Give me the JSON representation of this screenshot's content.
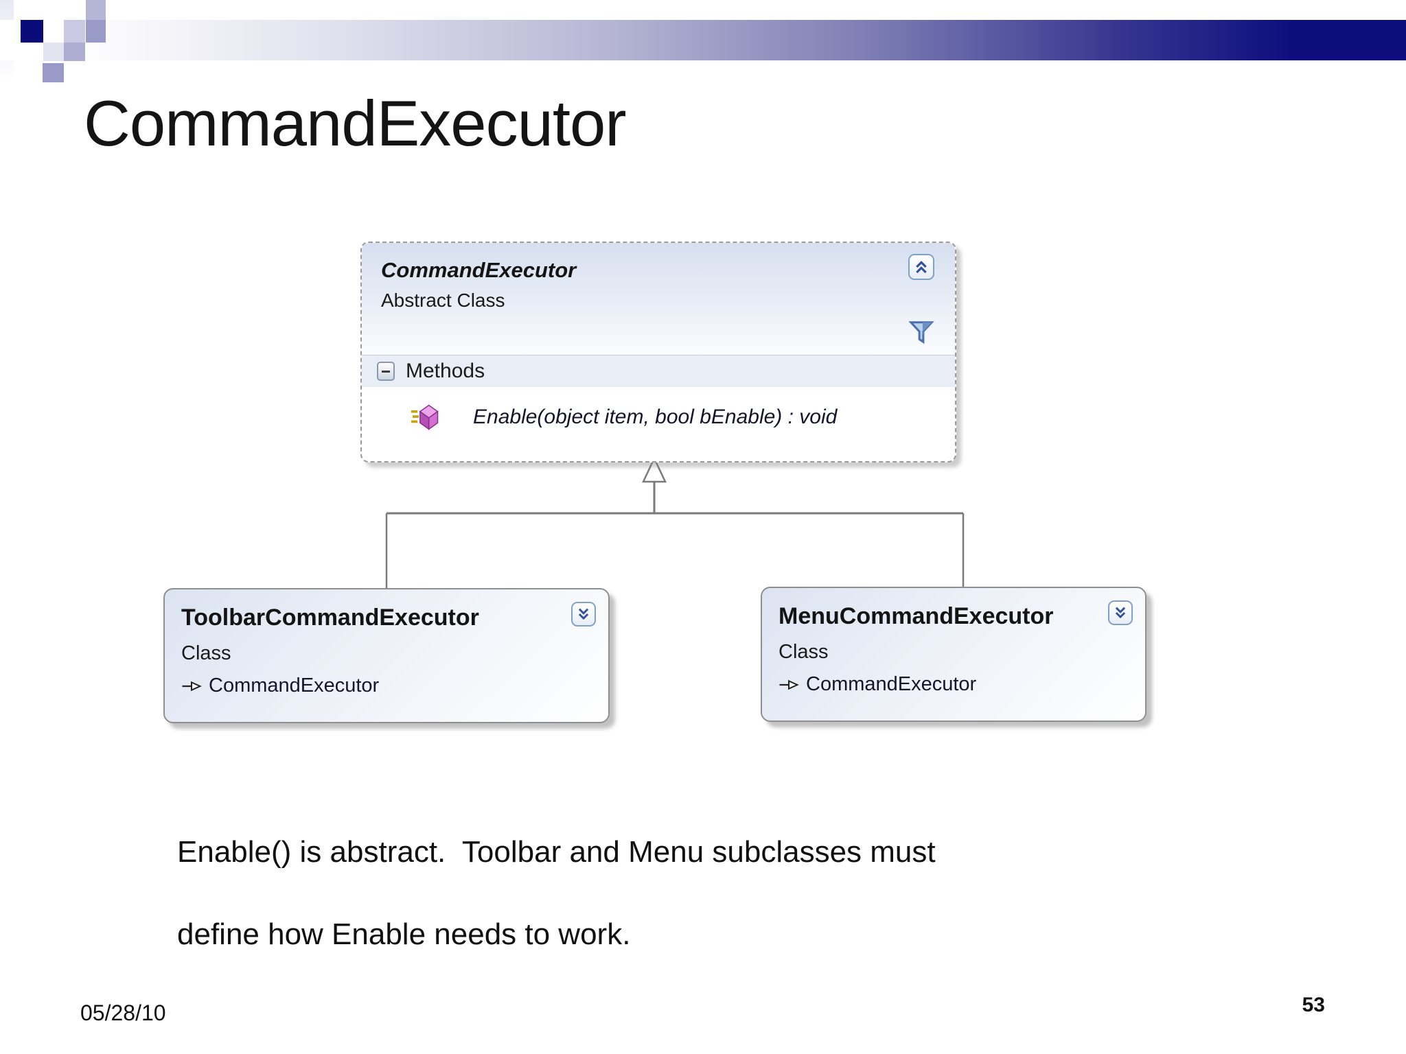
{
  "slide": {
    "title": "CommandExecutor",
    "footer_date": "05/28/10",
    "page_number": "53",
    "note_lines": [
      "Enable() is abstract.  Toolbar and Menu subclasses must",
      "define how Enable needs to work."
    ]
  },
  "diagram": {
    "parent_class": {
      "name": "CommandExecutor",
      "stereotype": "Abstract Class",
      "methods_section_label": "Methods",
      "methods": [
        {
          "signature": "Enable(object item, bool bEnable) : void"
        }
      ]
    },
    "child_classes": [
      {
        "name": "ToolbarCommandExecutor",
        "stereotype": "Class",
        "inherits_label": "CommandExecutor"
      },
      {
        "name": "MenuCommandExecutor",
        "stereotype": "Class",
        "inherits_label": "CommandExecutor"
      }
    ],
    "icons": {
      "collapse_button": "chevron-double-up-icon",
      "expand_button": "chevron-double-down-icon",
      "filter": "filter-funnel-icon",
      "section_expander": "minus-box-icon",
      "method": "method-cube-icon",
      "inheritance": "inheritance-arrow-icon"
    }
  },
  "colors": {
    "banner_navy": "#0d0d7e",
    "square_navy": "#0a0a78",
    "square_light_purple": "#b5b5d6",
    "square_pale_purple": "#c9c9e3",
    "square_medium_purple": "#9a9ac9",
    "box_header_blue": "#d7dfef",
    "methods_strip_blue": "#e9edf5",
    "border_gray": "#8f8f8f",
    "connector_gray": "#7a7a7a",
    "chevron_blue": "#33509e",
    "method_icon_magenta": "#c55bc5"
  }
}
